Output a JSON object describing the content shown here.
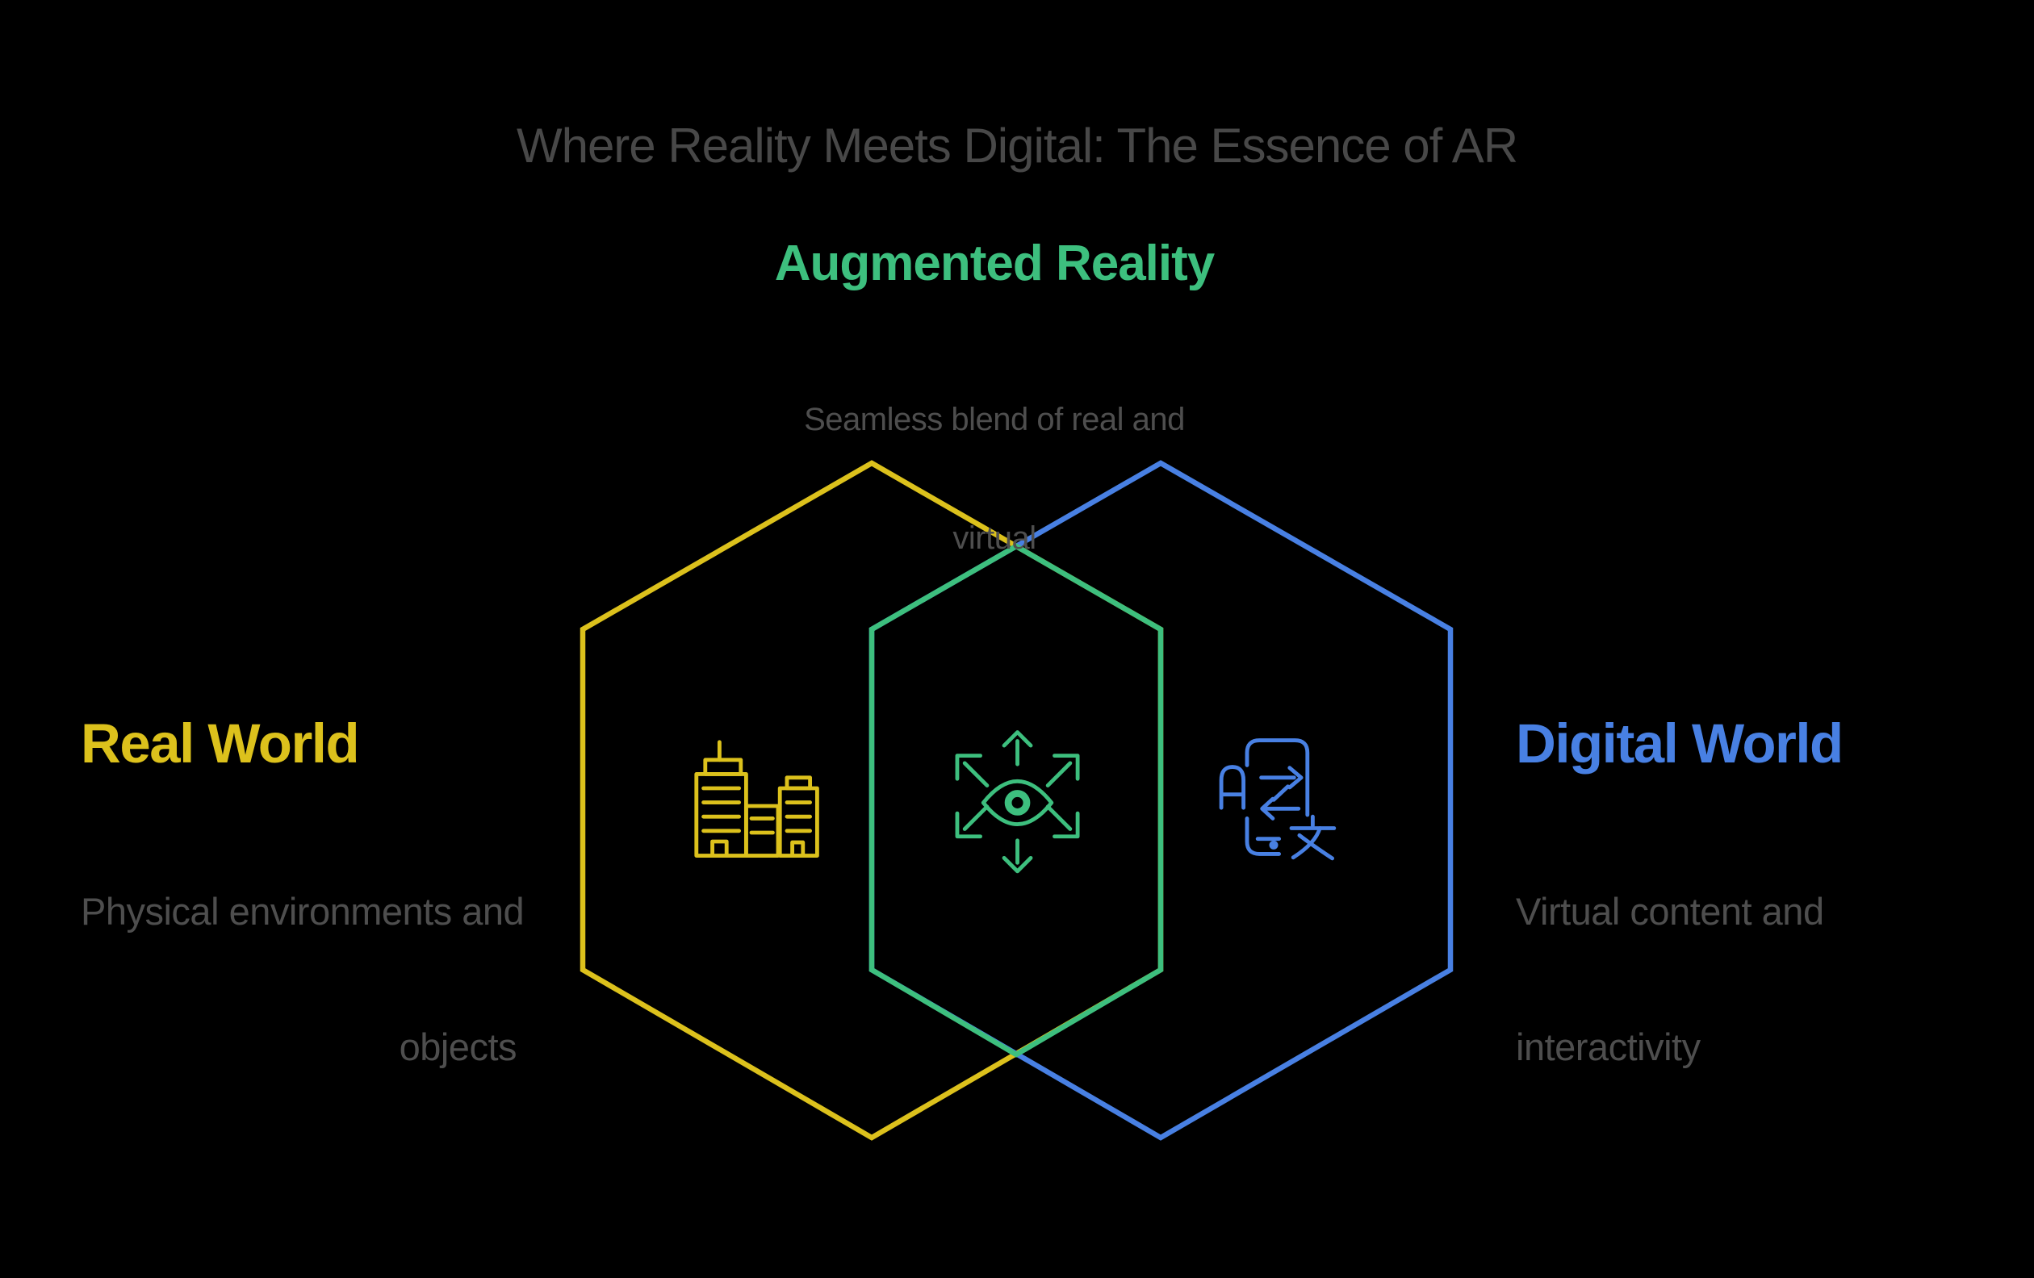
{
  "title": "Where Reality Meets Digital: The Essence of AR",
  "colors": {
    "background": "#000000",
    "title_text": "#484848",
    "description_text": "#4e4e4e",
    "real_world": "#dcc11c",
    "augmented_reality": "#3dbf7e",
    "digital_world": "#4880e3"
  },
  "diagram": {
    "center": {
      "label": "Augmented Reality",
      "description_lines": [
        "Seamless blend of real and",
        "virtual"
      ],
      "icon": "ar-view-eye-icon"
    },
    "left": {
      "label": "Real World",
      "description_lines": [
        "Physical environments and",
        "objects"
      ],
      "icon": "city-buildings-icon"
    },
    "right": {
      "label": "Digital World",
      "description_lines": [
        "Virtual content and",
        "interactivity"
      ],
      "icon": "language-translate-icon"
    }
  }
}
